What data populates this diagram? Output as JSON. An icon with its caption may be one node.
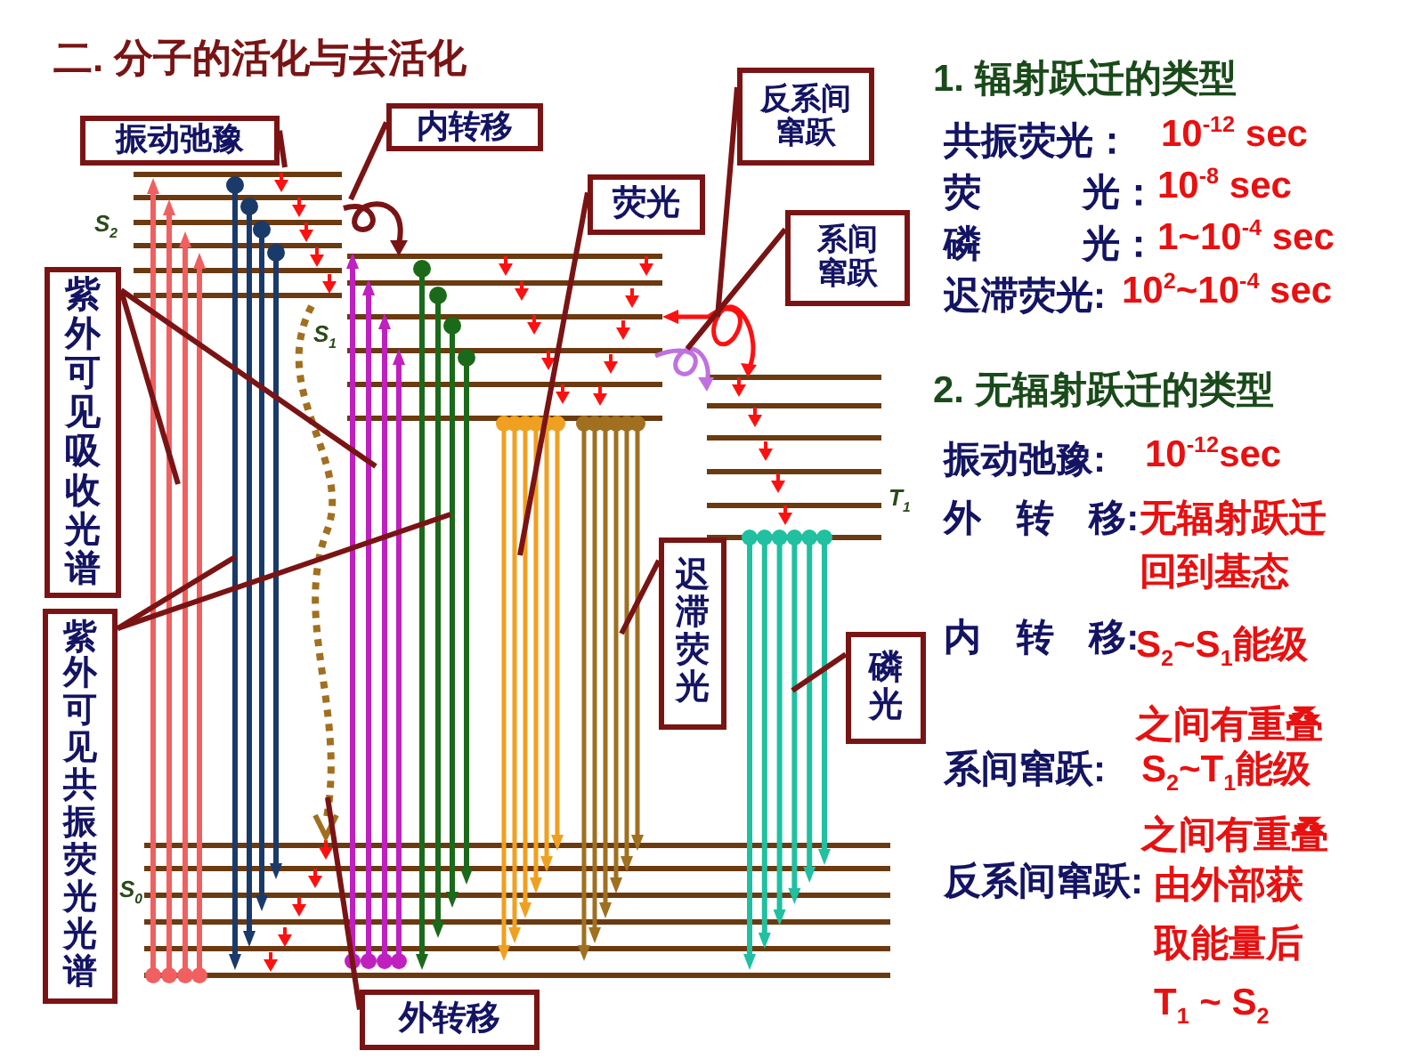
{
  "diagram": {
    "title": "二. 分子的活化与去活化",
    "nodes": [
      {
        "text": [
          "振动弛豫"
        ]
      },
      {
        "text": [
          "内转移"
        ]
      },
      {
        "text": [
          "荧光"
        ]
      },
      {
        "text": [
          "反系间窜跃"
        ]
      },
      {
        "text": [
          "系间窜跃"
        ]
      },
      {
        "text": [
          "紫外可见吸收光谱"
        ]
      },
      {
        "text": [
          "紫外可见共振荧光光谱"
        ]
      },
      {
        "text": [
          "迟滞荧光"
        ]
      },
      {
        "text": [
          "磷光"
        ]
      },
      {
        "text": [
          "外转移"
        ]
      }
    ],
    "edges": [
      {
        "from": 0,
        "to": null,
        "arrow": "none"
      },
      {
        "from": 1,
        "to": null,
        "arrow": "none"
      },
      {
        "from": 2,
        "to": null,
        "arrow": "none"
      },
      {
        "from": 3,
        "to": null,
        "arrow": "none"
      },
      {
        "from": 4,
        "to": null,
        "arrow": "none"
      },
      {
        "from": 5,
        "to": null,
        "arrow": "none"
      },
      {
        "from": 5,
        "to": null,
        "arrow": "none"
      },
      {
        "from": 6,
        "to": null,
        "arrow": "none"
      },
      {
        "from": 6,
        "to": null,
        "arrow": "none"
      },
      {
        "from": 7,
        "to": null,
        "arrow": "none"
      },
      {
        "from": 8,
        "to": null,
        "arrow": "none"
      },
      {
        "from": 9,
        "to": null,
        "arrow": "none"
      }
    ],
    "labels": [
      "S$_{2}$",
      "S$_{1}$",
      "T$_{1}$",
      "S$_{0}$",
      "1. 辐射跃迁的类型",
      "共振荧光：",
      "10$^{-12}$ sec",
      "荧 光：",
      "10$^{-8}$ sec",
      "磷 光：",
      "1~10$^{-4}$ sec",
      "迟滞荧光:",
      "10$^{2}$~10$^{-4}$ sec",
      "2. 无辐射跃迁的类型",
      "振动弛豫:",
      "10$^{-12}$sec",
      "外 转 移:",
      "无辐射跃迁回到基态",
      "内 转 移:",
      "S$_{2}$~S$_{1}$能级之间有重叠",
      "系间窜跃:",
      "S$_{2}$~T$_{1}$能级之间有重叠",
      "反系间窜跃:",
      "由外部获取能量后T$_{1}$ ~ S$_{2}$"
    ]
  }
}
